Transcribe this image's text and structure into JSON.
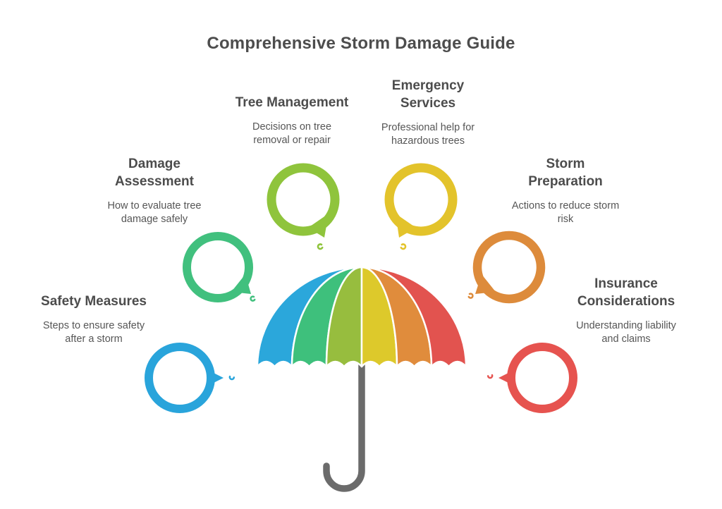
{
  "title": "Comprehensive Storm Damage Guide",
  "palette": {
    "heading_text": "#4c4c4c",
    "body_text": "#565656",
    "background": "#ffffff"
  },
  "sections": [
    {
      "id": "tree-management",
      "heading": "Tree Management",
      "description": "Decisions on tree removal or repair",
      "color": "#8fc43c"
    },
    {
      "id": "emergency-services",
      "heading": "Emergency Services",
      "description": "Professional help for hazardous trees",
      "color": "#e3c32b"
    },
    {
      "id": "damage-assessment",
      "heading": "Damage Assessment",
      "description": "How to evaluate tree damage safely",
      "color": "#41c07e"
    },
    {
      "id": "storm-preparation",
      "heading": "Storm Preparation",
      "description": "Actions to reduce storm risk",
      "color": "#dd8b3b"
    },
    {
      "id": "safety-measures",
      "heading": "Safety Measures",
      "description": "Steps to ensure safety after a storm",
      "color": "#29a4db"
    },
    {
      "id": "insurance-considerations",
      "heading": "Insurance Considerations",
      "description": "Understanding liability and claims",
      "color": "#e6534f"
    }
  ],
  "umbrella": {
    "panel_colors": [
      "#2ba7db",
      "#3ec07c",
      "#97bd3e",
      "#ddc92b",
      "#e08c3c",
      "#e2534f"
    ],
    "handle_color": "#6b6b6b"
  }
}
